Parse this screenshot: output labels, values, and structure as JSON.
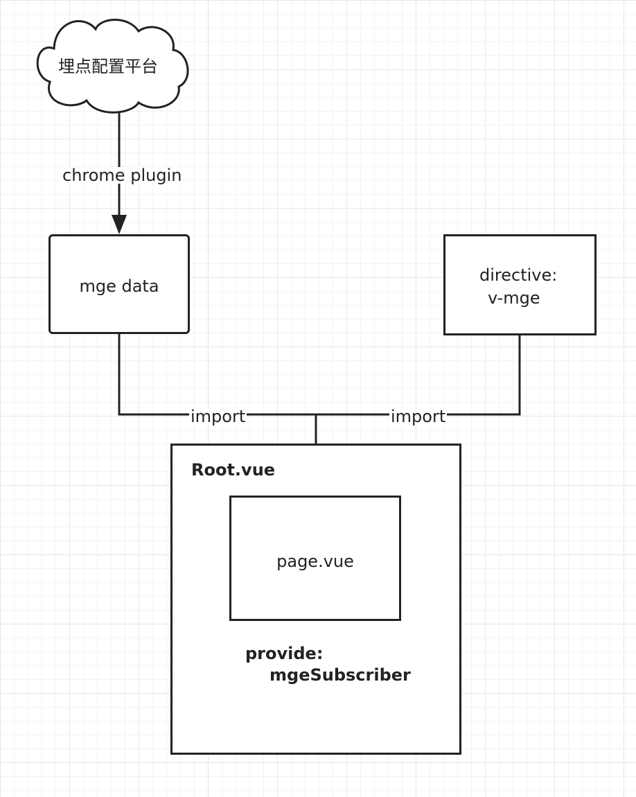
{
  "nodes": {
    "cloud": {
      "label": "埋点配置平台"
    },
    "mge_data": {
      "label": "mge data"
    },
    "directive": {
      "line1": "directive:",
      "line2": "v-mge"
    },
    "root": {
      "label": "Root.vue",
      "provide_line1": "provide:",
      "provide_line2": "mgeSubscriber"
    },
    "page": {
      "label": "page.vue"
    }
  },
  "edges": {
    "cloud_to_mge": {
      "label": "chrome plugin"
    },
    "mge_to_page": {
      "label": "import"
    },
    "directive_to_page": {
      "label": "import"
    }
  }
}
